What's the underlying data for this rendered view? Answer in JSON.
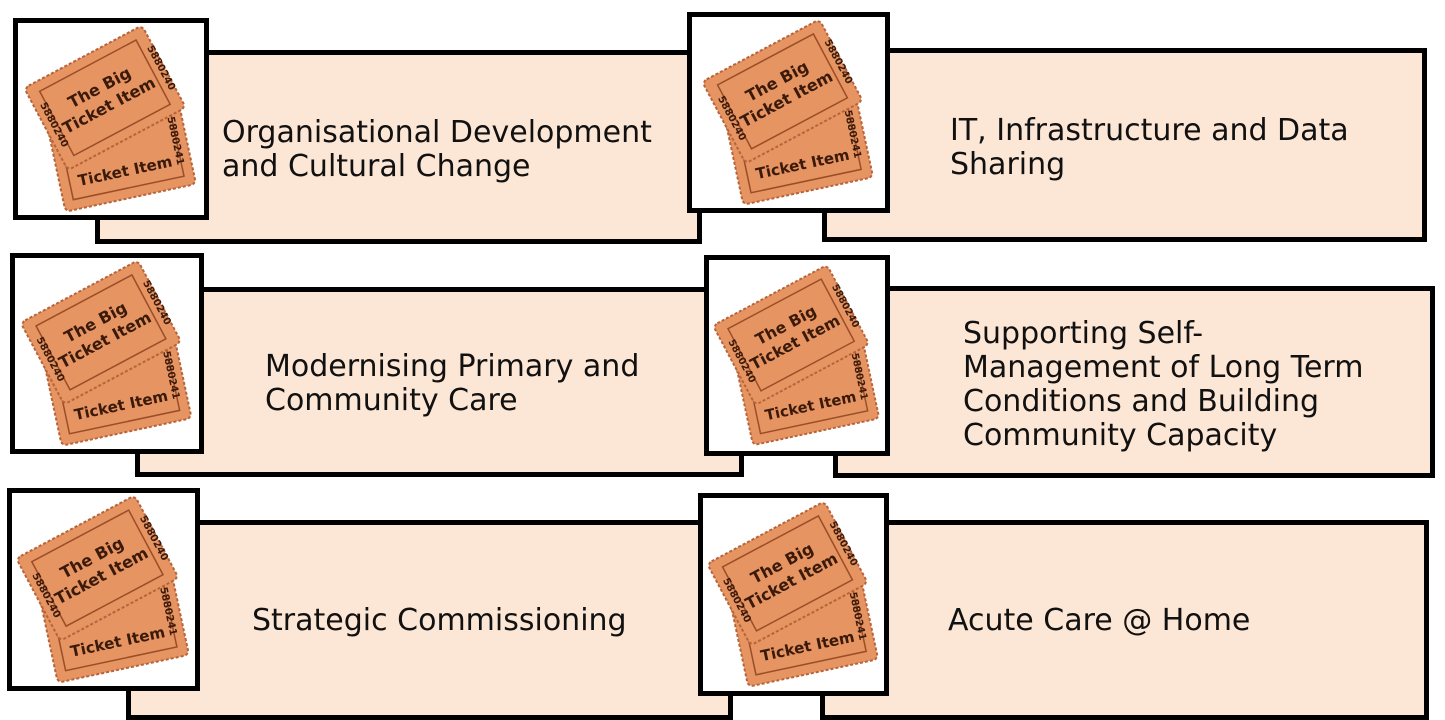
{
  "items": [
    {
      "label": "Organisational Development\nand Cultural Change"
    },
    {
      "label": "IT, Infrastructure and Data\nSharing"
    },
    {
      "label": "Modernising Primary and\nCommunity Care"
    },
    {
      "label": "Supporting Self-\nManagement of Long Term\nConditions and Building\nCommunity Capacity"
    },
    {
      "label": "Strategic Commissioning"
    },
    {
      "label": "Acute Care @ Home"
    }
  ],
  "ticket": {
    "title_line1": "The Big",
    "title_line2": "Ticket Item",
    "serial_front": "5880240",
    "serial_back": "5880241",
    "color": "#e59462"
  }
}
